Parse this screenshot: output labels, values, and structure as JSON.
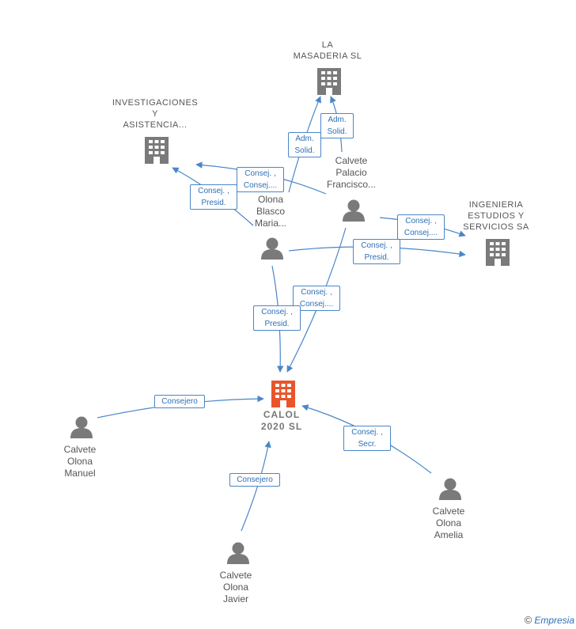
{
  "nodes": {
    "calol": {
      "label": [
        "CALOL",
        "2020  SL"
      ]
    },
    "masaderia": {
      "label": [
        "LA",
        "MASADERIA SL"
      ]
    },
    "investigaciones": {
      "label": [
        "INVESTIGACIONES",
        "Y",
        "ASISTENCIA..."
      ]
    },
    "ingenieria": {
      "label": [
        "INGENIERIA",
        "ESTUDIOS Y",
        "SERVICIOS SA"
      ]
    },
    "calvete_palacio": {
      "label": [
        "Calvete",
        "Palacio",
        "Francisco..."
      ]
    },
    "olona_blasco": {
      "label": [
        "Olona",
        "Blasco",
        "Maria..."
      ]
    },
    "calvete_manuel": {
      "label": [
        "Calvete",
        "Olona",
        "Manuel"
      ]
    },
    "calvete_amelia": {
      "label": [
        "Calvete",
        "Olona",
        "Amelia"
      ]
    },
    "calvete_javier": {
      "label": [
        "Calvete",
        "Olona",
        "Javier"
      ]
    }
  },
  "edge_labels": {
    "adm1": [
      "Adm.",
      "Solid."
    ],
    "adm2": [
      "Adm.",
      "Solid."
    ],
    "consej_inv1": [
      "Consej. ,",
      "Consej...."
    ],
    "consej_inv2": [
      "Consej. ,",
      "Presid."
    ],
    "consej_ing1": [
      "Consej. ,",
      "Consej...."
    ],
    "consej_ing2": [
      "Consej. ,",
      "Presid."
    ],
    "consej_cal1": [
      "Consej. ,",
      "Consej...."
    ],
    "consej_cal2": [
      "Consej. ,",
      "Presid."
    ],
    "consejero_manuel": [
      "Consejero"
    ],
    "consejero_javier": [
      "Consejero"
    ],
    "secr_amelia": [
      "Consej. ,",
      "Secr."
    ]
  },
  "colors": {
    "edge": "#4a86c8",
    "node_gray": "#7a7a7a",
    "node_main": "#e8552a"
  },
  "footer": {
    "copyright": "©",
    "brand": "Empresia"
  }
}
